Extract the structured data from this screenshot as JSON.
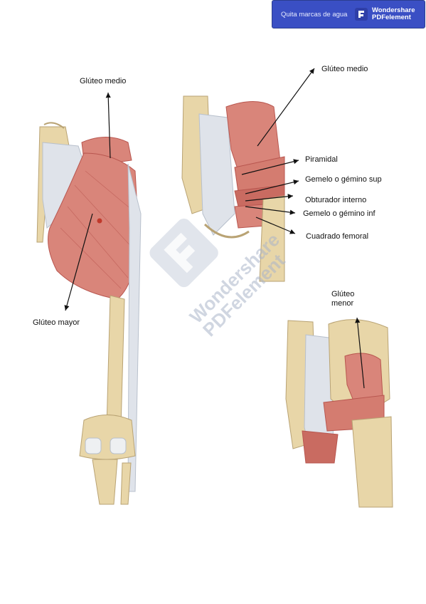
{
  "banner": {
    "remove_label": "Quita marcas de agua",
    "brand_line1": "Wondershare",
    "brand_line2": "PDFelement"
  },
  "watermark": {
    "line1": "Wondershare",
    "line2": "PDFelement"
  },
  "labels": {
    "gluteo_medio_left": "Glúteo medio",
    "gluteo_mayor": "Glúteo mayor",
    "gluteo_medio_right": "Glúteo medio",
    "piramidal": "Piramidal",
    "gemelo_sup": "Gemelo o gémino sup",
    "obturador": "Obturador interno",
    "gemelo_inf": "Gemelo o gémino inf",
    "cuadrado": "Cuadrado femoral",
    "gluteo_menor_1": "Glúteo",
    "gluteo_menor_2": "menor"
  },
  "colors": {
    "muscle": "#d9857a",
    "muscle_dark": "#b8564f",
    "bone": "#e8d6a8",
    "tendon": "#dfe3ea",
    "banner": "#3a4fc4"
  }
}
